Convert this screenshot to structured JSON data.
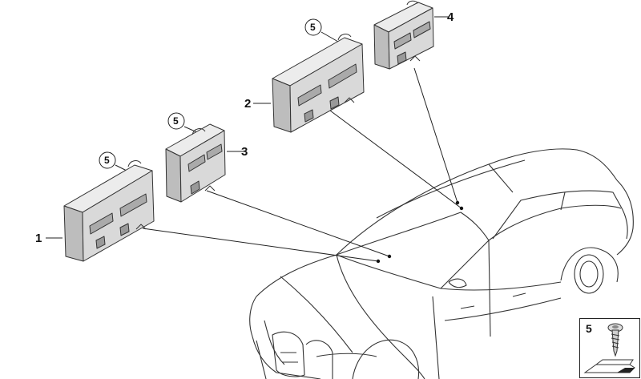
{
  "labels": {
    "part1": "1",
    "part2": "2",
    "part3": "3",
    "part4": "4",
    "screw_callout": "5"
  },
  "legend": {
    "item_number": "5",
    "item_icon": "screw-icon",
    "bottom_icon": "arrow-tag-icon"
  },
  "colors": {
    "line": "#222222",
    "module_face": "#d9d9d9",
    "module_side": "#bdbdbd",
    "module_top": "#ececec"
  }
}
